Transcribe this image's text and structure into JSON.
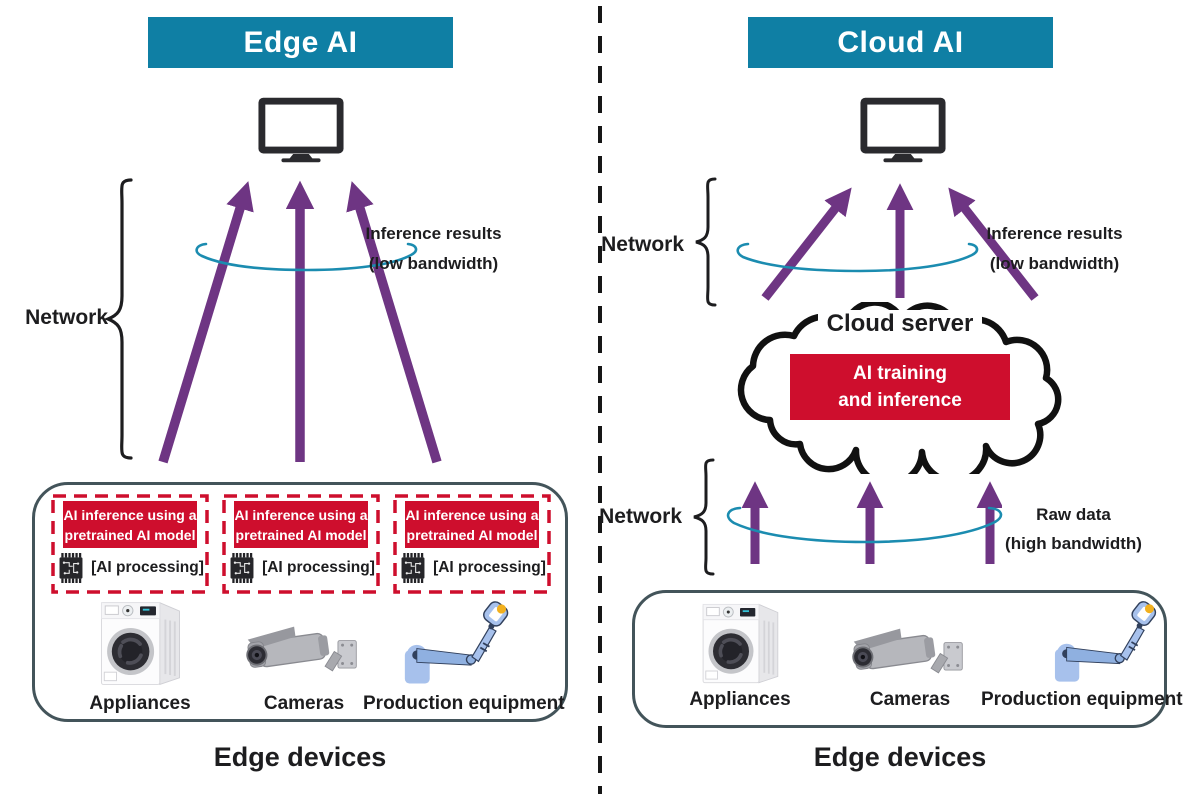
{
  "colors": {
    "banner_teal": "#0F7FA4",
    "accent_red": "#CE0E2D",
    "arrow_purple": "#6E3583",
    "network_arc_teal": "#1B8CB0",
    "container_border": "#43545A",
    "line_black": "#161616"
  },
  "left": {
    "title": "Edge AI",
    "network_label": "Network",
    "caption_line1": "Inference results",
    "caption_line2": "(low bandwidth)",
    "inference_box_line1": "AI inference using a",
    "inference_box_line2": "pretrained AI model",
    "ai_processing_label": "[AI processing]",
    "devices": [
      {
        "label": "Appliances"
      },
      {
        "label": "Cameras"
      },
      {
        "label": "Production equipment"
      }
    ],
    "edge_devices_label": "Edge devices"
  },
  "right": {
    "title": "Cloud AI",
    "network_label_upper": "Network",
    "network_label_lower": "Network",
    "upper_caption_line1": "Inference results",
    "upper_caption_line2": "(low bandwidth)",
    "cloud_server_label": "Cloud server",
    "cloud_box_line1": "AI training",
    "cloud_box_line2": "and inference",
    "lower_caption_line1": "Raw data",
    "lower_caption_line2": "(high bandwidth)",
    "devices": [
      {
        "label": "Appliances"
      },
      {
        "label": "Cameras"
      },
      {
        "label": "Production equipment"
      }
    ],
    "edge_devices_label": "Edge devices"
  }
}
